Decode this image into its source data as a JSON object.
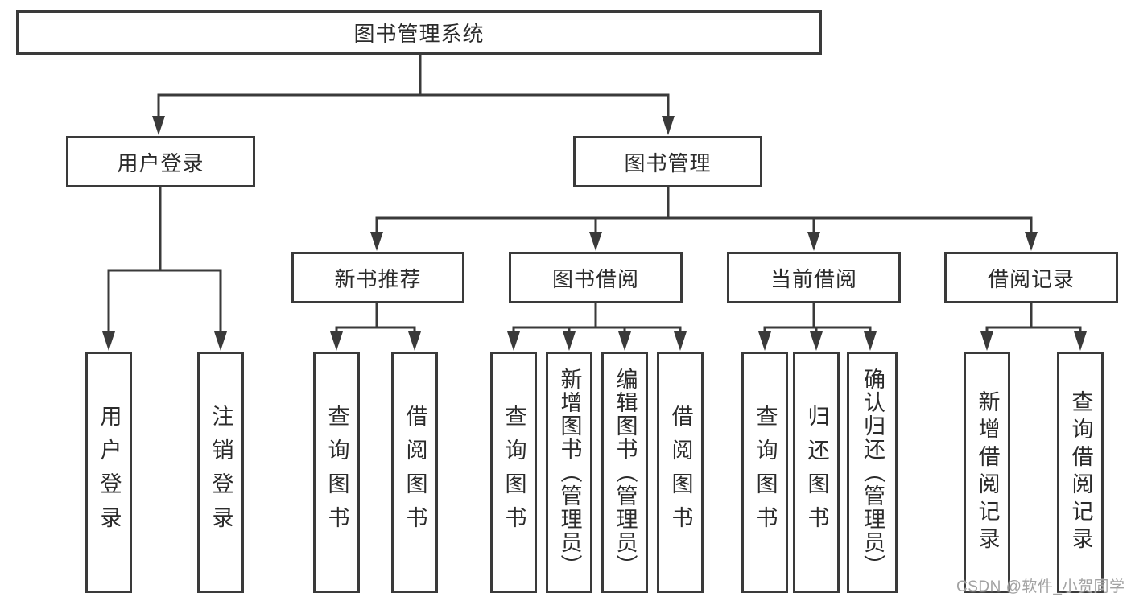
{
  "diagram": {
    "root": {
      "label": "图书管理系统"
    },
    "branches": [
      {
        "label": "用户登录",
        "children": [
          "用户登录",
          "注销登录"
        ]
      },
      {
        "label": "图书管理",
        "sections": [
          {
            "label": "新书推荐",
            "children": [
              "查询图书",
              "借阅图书"
            ]
          },
          {
            "label": "图书借阅",
            "children": [
              "查询图书",
              "新增图书（管理员）",
              "编辑图书（管理员）",
              "借阅图书"
            ]
          },
          {
            "label": "当前借阅",
            "children": [
              "查询图书",
              "归还图书",
              "确认归还（管理员）"
            ]
          },
          {
            "label": "借阅记录",
            "children": [
              "新增借阅记录",
              "查询借阅记录"
            ]
          }
        ]
      }
    ]
  },
  "watermark": "CSDN @软件_小贺同学",
  "colors": {
    "line": "#3a3a3a",
    "box_border": "#3a3a3a",
    "text": "#2b2b2b",
    "watermark": "#a2a2a2",
    "background": "#ffffff"
  }
}
